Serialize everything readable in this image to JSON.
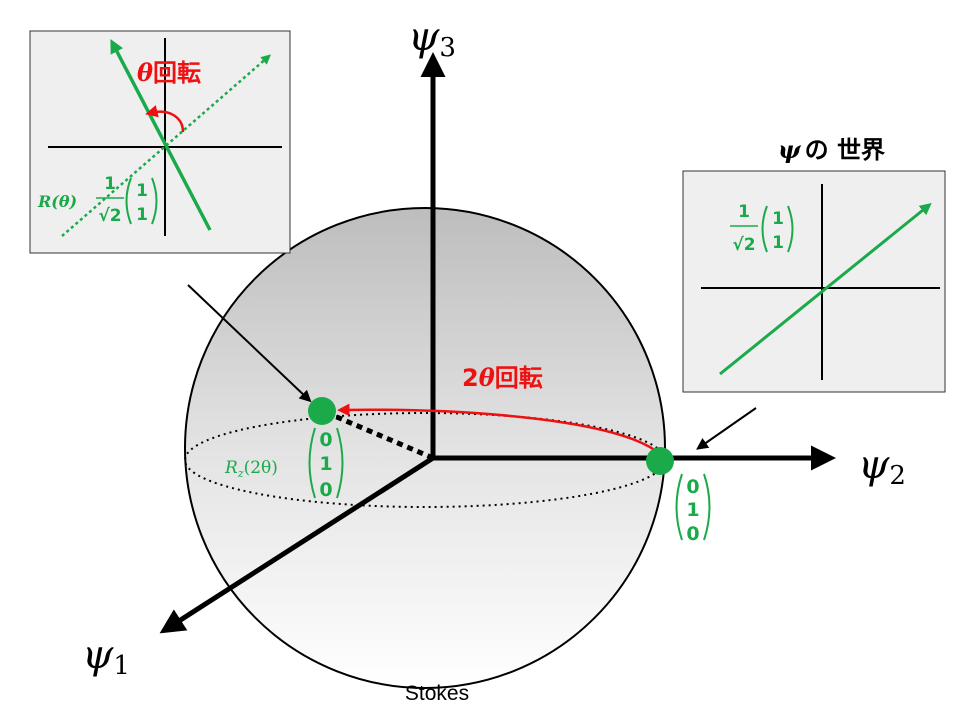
{
  "axes": {
    "psi3": {
      "symbol": "ψ",
      "sub": "3"
    },
    "psi2": {
      "symbol": "ψ",
      "sub": "2"
    },
    "psi1": {
      "symbol": "ψ",
      "sub": "1"
    }
  },
  "sphere_caption": "Stokes",
  "rotation_2theta": {
    "num": "2",
    "theta": "θ",
    "text": "回転"
  },
  "start_vector": [
    "0",
    "1",
    "0"
  ],
  "rotated_vector": {
    "op": "R",
    "sub": "z",
    "arg": "(2θ)",
    "entries": [
      "0",
      "1",
      "0"
    ]
  },
  "psi_world": {
    "title_symbol": "ψ",
    "title_text": "の 世界",
    "frac_num": "1",
    "frac_den": "√2",
    "vec": [
      "1",
      "1"
    ]
  },
  "theta_panel": {
    "rot_theta": "θ",
    "rot_text": "回転",
    "op": "R(θ)",
    "frac_num": "1",
    "frac_den": "√2",
    "vec": [
      "1",
      "1"
    ]
  },
  "colors": {
    "green": "#1aaa4a",
    "red": "#ee1111",
    "panel_bg": "#efefef"
  }
}
